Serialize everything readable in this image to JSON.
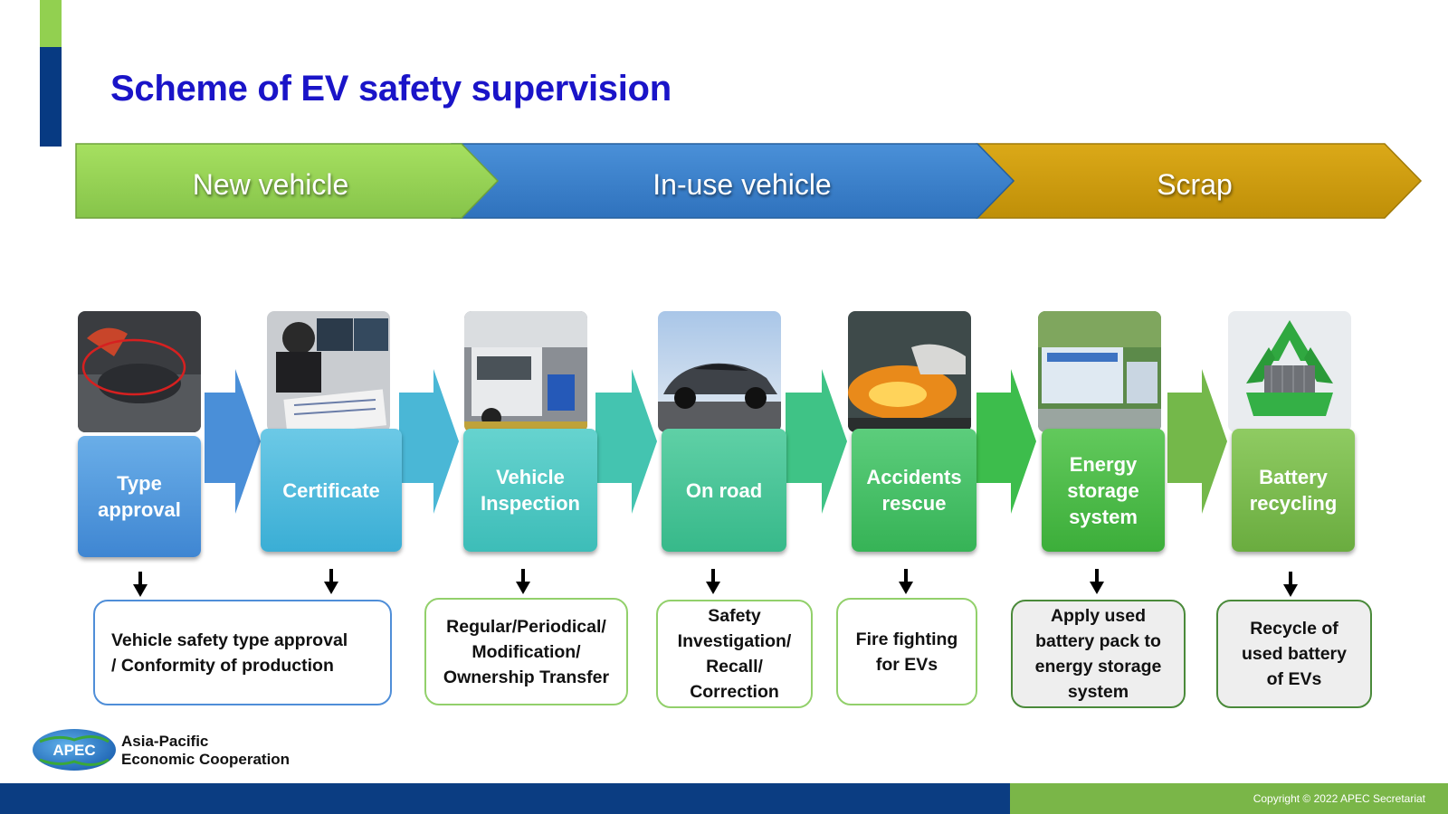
{
  "slide": {
    "title": "Scheme of EV safety supervision",
    "copyright": "Copyright © 2022 APEC Secretariat"
  },
  "phases": [
    {
      "label": "New vehicle",
      "color": "#92d050"
    },
    {
      "label": "In-use vehicle",
      "color": "#3a7fc9"
    },
    {
      "label": "Scrap",
      "color": "#c99a0a"
    }
  ],
  "steps": [
    {
      "label_lines": [
        "Type",
        "approval"
      ],
      "color_top": "#6aaee8",
      "color_bottom": "#3f86d2",
      "image": "type-approval-photo"
    },
    {
      "label_lines": [
        "Certificate"
      ],
      "color_top": "#6cc9e6",
      "color_bottom": "#3aaed5",
      "image": "certificate-photo"
    },
    {
      "label_lines": [
        "Vehicle",
        "Inspection"
      ],
      "color_top": "#66d3cf",
      "color_bottom": "#3dbdb8",
      "image": "vehicle-inspection-photo"
    },
    {
      "label_lines": [
        "On road"
      ],
      "color_top": "#5fd0a6",
      "color_bottom": "#37b98a",
      "image": "on-road-photo"
    },
    {
      "label_lines": [
        "Accidents",
        "rescue"
      ],
      "color_top": "#5ccd7c",
      "color_bottom": "#36b356",
      "image": "accident-rescue-photo"
    },
    {
      "label_lines": [
        "Energy",
        "storage",
        "system"
      ],
      "color_top": "#62c95c",
      "color_bottom": "#3cae3a",
      "image": "energy-storage-photo"
    },
    {
      "label_lines": [
        "Battery",
        "recycling"
      ],
      "color_top": "#8fcb62",
      "color_bottom": "#6aac3f",
      "image": "battery-recycling-photo"
    }
  ],
  "descriptions": [
    {
      "lines": [
        "Vehicle safety type approval",
        "/ Conformity of production"
      ],
      "border": "#4f8ed8",
      "fill": "#ffffff"
    },
    {
      "lines": [
        "Regular/Periodical/",
        "Modification/",
        "Ownership Transfer"
      ],
      "border": "#92d06b",
      "fill": "#ffffff"
    },
    {
      "lines": [
        "Safety",
        "Investigation/",
        "Recall/",
        "Correction"
      ],
      "border": "#92d06b",
      "fill": "#ffffff"
    },
    {
      "lines": [
        "Fire fighting",
        "for EVs"
      ],
      "border": "#92d06b",
      "fill": "#ffffff"
    },
    {
      "lines": [
        "Apply used",
        "battery pack to",
        "energy storage",
        "system"
      ],
      "border": "#4a8a3a",
      "fill": "#eeeeee"
    },
    {
      "lines": [
        "Recycle of",
        "used battery",
        "of EVs"
      ],
      "border": "#4a8a3a",
      "fill": "#eeeeee"
    }
  ],
  "logo": {
    "mark": "APEC",
    "name_line1": "Asia-Pacific",
    "name_line2": "Economic Cooperation"
  },
  "colors": {
    "title": "#1a14c8",
    "footer_blue": "#0b3d82",
    "footer_green": "#7ab648"
  }
}
